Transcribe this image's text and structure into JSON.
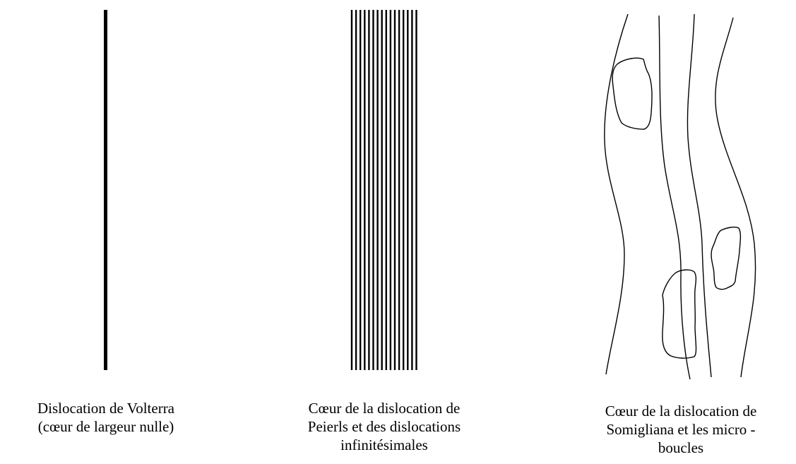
{
  "panels": [
    {
      "id": "volterra",
      "caption_lines": [
        "Dislocation de Volterra",
        "(cœur de largeur nulle)"
      ]
    },
    {
      "id": "peierls",
      "caption_lines": [
        "Cœur de la dislocation de",
        "Peierls et des dislocations",
        "infinitésimales"
      ]
    },
    {
      "id": "somigliana",
      "caption_lines": [
        "Cœur de la dislocation de",
        "Somigliana et les micro -",
        "boucles"
      ]
    }
  ]
}
